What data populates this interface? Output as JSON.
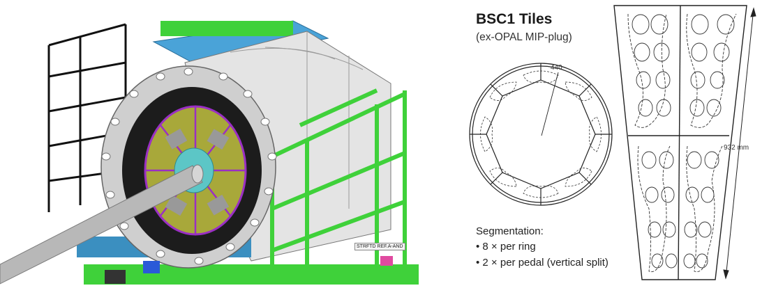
{
  "left": {
    "stamp_text": "STRFTD REF.A-AND"
  },
  "right": {
    "title": "BSC1 Tiles",
    "subtitle": "(ex-OPAL MIP-plug)",
    "ring_dimension": "440",
    "pedal_dimension": "932 mm",
    "segmentation_heading": "Segmentation:",
    "bullets": [
      "• 8 × per ring",
      "• 2 × per pedal (vertical split)"
    ]
  },
  "colors": {
    "scaffold_green": "#3fd13a",
    "roof_blue": "#4aa3d8",
    "flange_gray": "#c9c9c9",
    "tile_purple": "#9a2fc4",
    "tile_yellow": "#d7d93a",
    "beam_pipe": "#b8b8b8"
  }
}
